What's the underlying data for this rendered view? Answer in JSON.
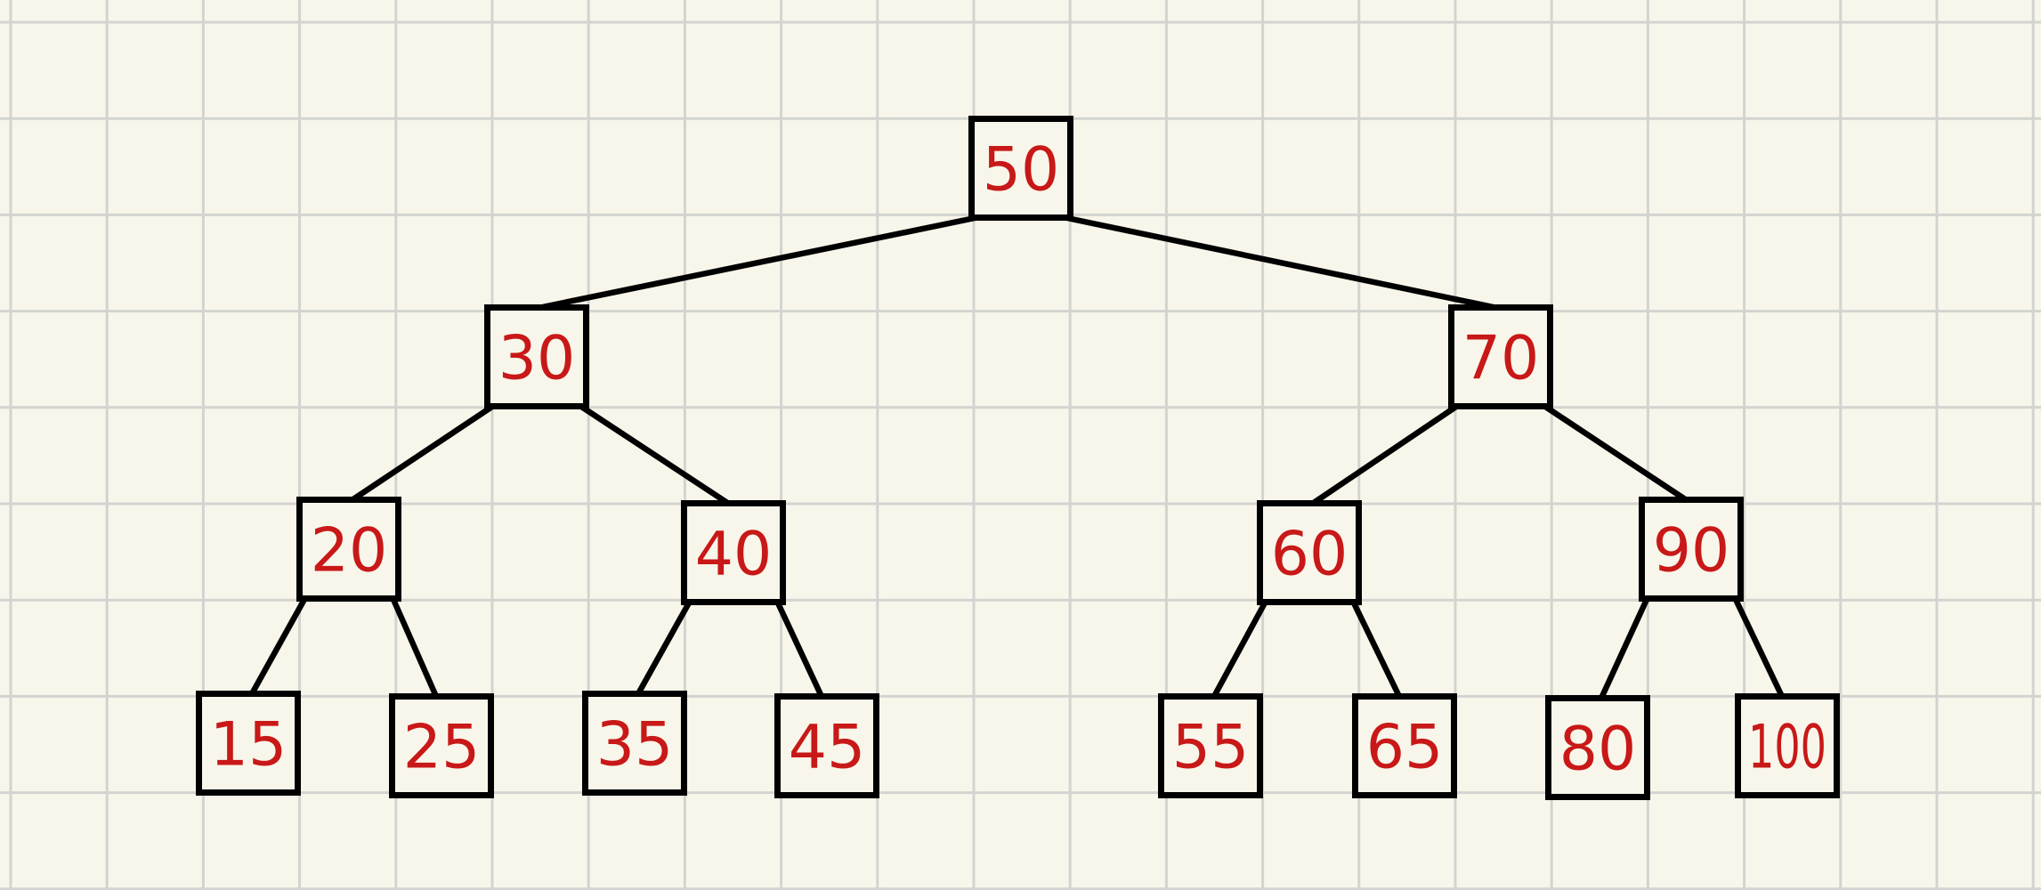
{
  "diagram": {
    "type": "binary-tree",
    "colors": {
      "background": "#f8f6ea",
      "grid": "#d3d3d0",
      "box_stroke": "#000000",
      "edge": "#000000",
      "label": "#c81818"
    },
    "nodes": [
      {
        "id": "n50",
        "label": "50",
        "level": 0
      },
      {
        "id": "n30",
        "label": "30",
        "level": 1
      },
      {
        "id": "n70",
        "label": "70",
        "level": 1
      },
      {
        "id": "n20",
        "label": "20",
        "level": 2
      },
      {
        "id": "n40",
        "label": "40",
        "level": 2
      },
      {
        "id": "n60",
        "label": "60",
        "level": 2
      },
      {
        "id": "n90",
        "label": "90",
        "level": 2
      },
      {
        "id": "n15",
        "label": "15",
        "level": 3
      },
      {
        "id": "n25",
        "label": "25",
        "level": 3
      },
      {
        "id": "n35",
        "label": "35",
        "level": 3
      },
      {
        "id": "n45",
        "label": "45",
        "level": 3
      },
      {
        "id": "n55",
        "label": "55",
        "level": 3
      },
      {
        "id": "n65",
        "label": "65",
        "level": 3
      },
      {
        "id": "n80",
        "label": "80",
        "level": 3
      },
      {
        "id": "n100",
        "label": "100",
        "level": 3
      }
    ],
    "edges": [
      {
        "from": "n50",
        "to": "n30"
      },
      {
        "from": "n50",
        "to": "n70"
      },
      {
        "from": "n30",
        "to": "n20"
      },
      {
        "from": "n30",
        "to": "n40"
      },
      {
        "from": "n70",
        "to": "n60"
      },
      {
        "from": "n70",
        "to": "n90"
      },
      {
        "from": "n20",
        "to": "n15"
      },
      {
        "from": "n20",
        "to": "n25"
      },
      {
        "from": "n40",
        "to": "n35"
      },
      {
        "from": "n40",
        "to": "n45"
      },
      {
        "from": "n60",
        "to": "n55"
      },
      {
        "from": "n60",
        "to": "n65"
      },
      {
        "from": "n90",
        "to": "n80"
      },
      {
        "from": "n90",
        "to": "n100"
      }
    ]
  }
}
